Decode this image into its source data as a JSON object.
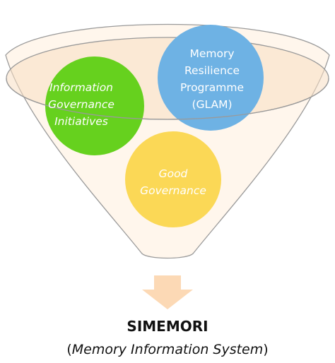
{
  "circles": {
    "information_governance": {
      "lines": [
        "Information",
        "Governance",
        "Initiatives"
      ],
      "color": "#66d11e"
    },
    "memory_resilience": {
      "lines": [
        "Memory",
        "Resilience",
        "Programme",
        "(GLAM)"
      ],
      "color": "#6eb2e4"
    },
    "good_governance": {
      "lines": [
        "Good",
        "Governance"
      ],
      "color": "#fbd856"
    }
  },
  "funnel": {
    "fill": "#fff6ec",
    "rim_fill": "#f7dfc2"
  },
  "arrow": {
    "color": "#fcd9b5"
  },
  "output": {
    "title": "SIMEMORI",
    "open_paren": "(",
    "subtitle": "Memory Information System",
    "close_paren": ")"
  }
}
